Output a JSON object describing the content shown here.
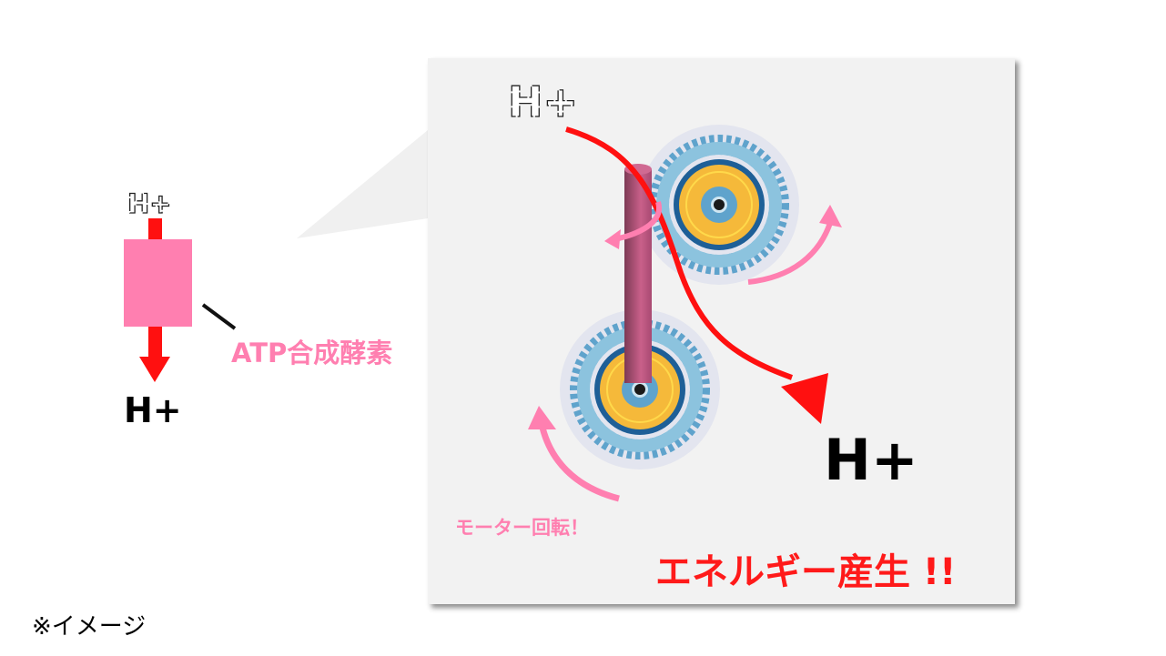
{
  "left": {
    "h_plus_top": "H+",
    "enzyme_label": "ATP合成酵素",
    "h_plus_bottom": "H+"
  },
  "zoom_panel": {
    "h_plus_in": "H+",
    "h_plus_out": "H+",
    "motor_label": "モーター回転！",
    "energy_label": "エネルギー産生 !!"
  },
  "note": "※イメージ",
  "colors": {
    "pink": "#ff7fb0",
    "red": "#ff1010",
    "panel": "#f2f2f2",
    "gear": "#7ab8d6",
    "hub": "#f5b93a",
    "shaft": "#c05a80"
  }
}
